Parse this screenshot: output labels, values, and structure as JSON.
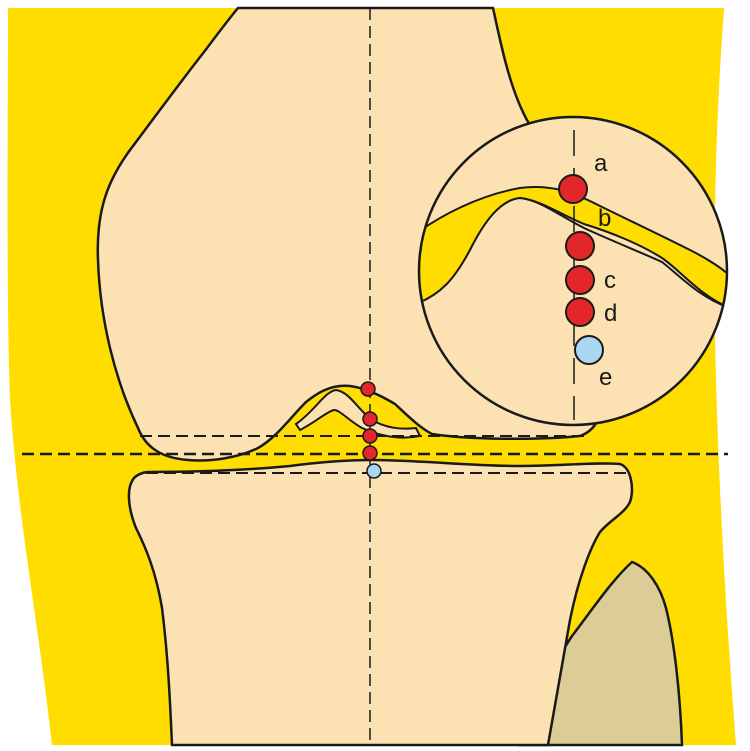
{
  "colors": {
    "background_yellow": "#FFDD00",
    "bone": "#FCE2B2",
    "fibula": "#DCCC96",
    "outline": "#1A1A1A",
    "point_red": "#E3262A",
    "point_blue": "#A9D7F2"
  },
  "inset": {
    "labels": {
      "a": "a",
      "b": "b",
      "c": "c",
      "d": "d",
      "e": "e"
    }
  }
}
